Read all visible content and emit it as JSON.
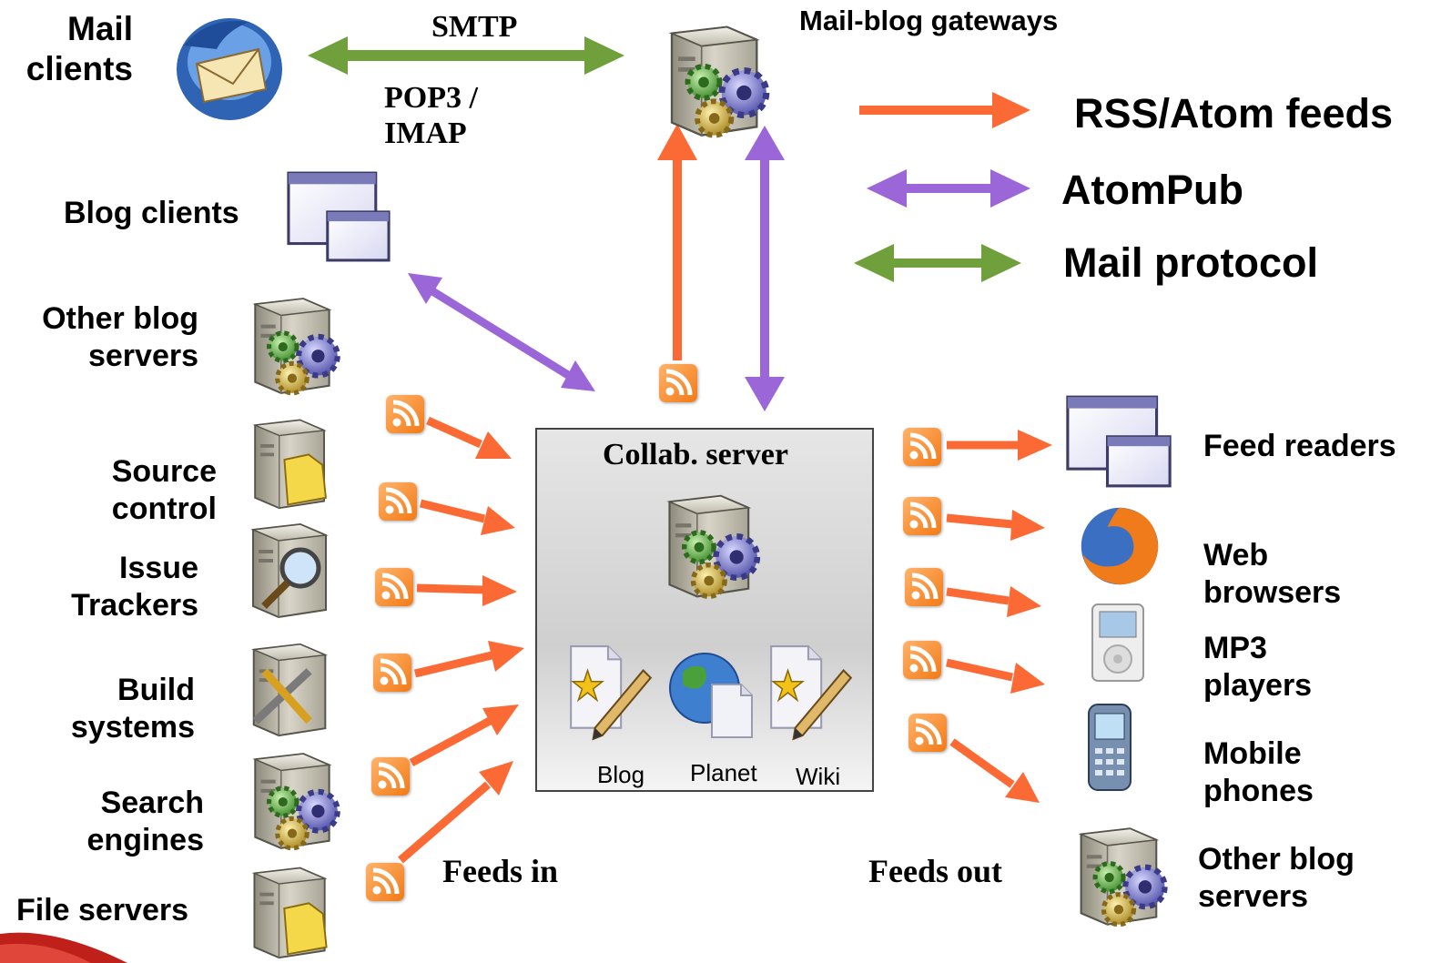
{
  "legend": {
    "rss": "RSS/Atom feeds",
    "atompub": "AtomPub",
    "mail": "Mail protocol"
  },
  "colors": {
    "rss": "#fb6a35",
    "atompub": "#9a66d8",
    "mail": "#6fa03b"
  },
  "top": {
    "mail_clients": "Mail\nclients",
    "smtp": "SMTP",
    "pop3": "POP3 /\nIMAP",
    "gateways": "Mail-blog gateways"
  },
  "left": {
    "blog_clients": "Blog clients",
    "other_blog_servers": "Other blog\nservers",
    "source_control": "Source\ncontrol",
    "issue_trackers": "Issue\nTrackers",
    "build_systems": "Build\nsystems",
    "search_engines": "Search\nengines",
    "file_servers": "File servers",
    "feeds_in": "Feeds in"
  },
  "center": {
    "title": "Collab. server",
    "blog": "Blog",
    "planet": "Planet",
    "wiki": "Wiki"
  },
  "right": {
    "feed_readers": "Feed readers",
    "web_browsers": "Web\nbrowsers",
    "mp3_players": "MP3\nplayers",
    "mobile_phones": "Mobile\nphones",
    "other_blog_servers": "Other blog\nservers",
    "feeds_out": "Feeds out"
  }
}
